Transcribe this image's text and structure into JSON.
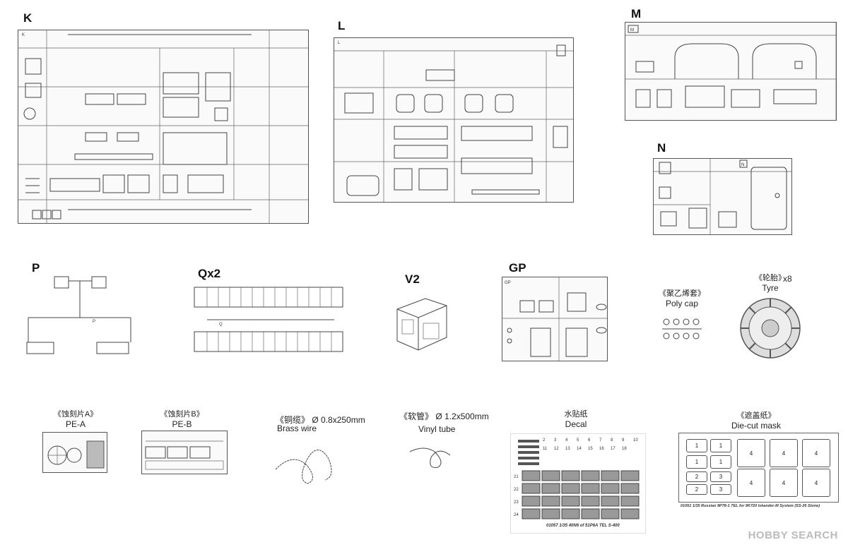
{
  "sprues": {
    "K": "K",
    "L": "L",
    "M": "M",
    "N": "N",
    "P": "P",
    "Q": "Qx2",
    "V2": "V2",
    "GP": "GP"
  },
  "sprue_tags": {
    "K": "K",
    "L": "L",
    "M": "M",
    "N": "N",
    "P": "P",
    "Q": "Q",
    "GP": "GP"
  },
  "poly_cap": {
    "zh": "《聚乙烯套》",
    "en": "Poly cap"
  },
  "tyre": {
    "zh": "《轮胎》",
    "en": "Tyre",
    "count": "x8"
  },
  "pe_a": {
    "zh": "《蚀刻片A》",
    "en": "PE-A"
  },
  "pe_b": {
    "zh": "《蚀刻片B》",
    "en": "PE-B"
  },
  "brass_wire": {
    "zh": "《铜缆》",
    "spec": "Ø 0.8x250mm",
    "en": "Brass wire"
  },
  "vinyl_tube": {
    "zh": "《软管》",
    "spec": "Ø 1.2x500mm",
    "en": "Vinyl tube"
  },
  "decal": {
    "zh": "水贴纸",
    "en": "Decal",
    "footer": "01057 1/35 40N6 of 51P6A TEL S-400",
    "row_numbers": [
      "21",
      "22",
      "23",
      "24"
    ],
    "top_numbers": [
      "2",
      "3",
      "4",
      "5",
      "6",
      "7",
      "8",
      "9",
      "10",
      "11",
      "12",
      "13",
      "14",
      "15",
      "16",
      "17",
      "18"
    ]
  },
  "mask": {
    "zh": "《遮盖纸》",
    "en": "Die-cut mask",
    "footer": "01051 1/35 Russian 9P78-1 TEL for 9K720 Iskander-M System (SS-26 Stone)",
    "left_cells": [
      "1",
      "1",
      "1",
      "1",
      "2",
      "3",
      "2",
      "3"
    ],
    "right_cells": [
      "4",
      "4",
      "4",
      "4",
      "4",
      "4"
    ]
  },
  "watermark": "HOBBY SEARCH"
}
